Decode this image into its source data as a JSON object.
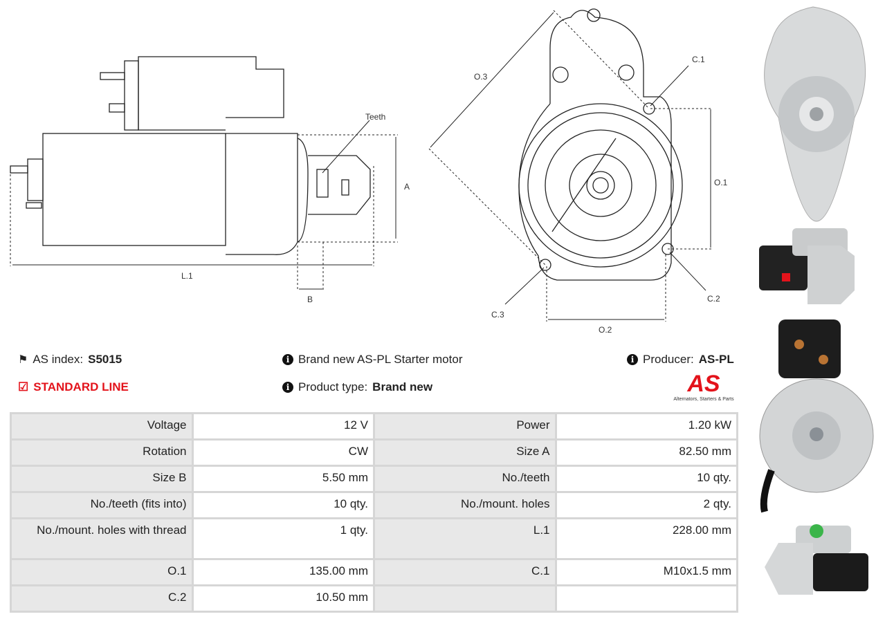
{
  "diagram": {
    "side_labels": {
      "teeth": "Teeth",
      "a": "A",
      "l1": "L.1",
      "b": "B"
    },
    "front_labels": {
      "o3": "O.3",
      "c1": "C.1",
      "o1": "O.1",
      "c3": "C.3",
      "c2": "C.2",
      "o2": "O.2"
    }
  },
  "info": {
    "as_index_label": "AS index:",
    "as_index_value": "S5015",
    "line": "STANDARD LINE",
    "description": "Brand new AS-PL Starter motor",
    "product_type_label": "Product type:",
    "product_type_value": "Brand new",
    "producer_label": "Producer:",
    "producer_value": "AS-PL"
  },
  "logo": {
    "text": "AS",
    "tagline": "Alternators, Starters & Parts"
  },
  "specs": [
    [
      {
        "label": "Voltage",
        "value": "12 V"
      },
      {
        "label": "Power",
        "value": "1.20 kW"
      }
    ],
    [
      {
        "label": "Rotation",
        "value": "CW"
      },
      {
        "label": "Size A",
        "value": "82.50 mm"
      }
    ],
    [
      {
        "label": "Size B",
        "value": "5.50 mm"
      },
      {
        "label": "No./teeth",
        "value": "10 qty."
      }
    ],
    [
      {
        "label": "No./teeth (fits into)",
        "value": "10 qty."
      },
      {
        "label": "No./mount. holes",
        "value": "2 qty."
      }
    ],
    [
      {
        "label": "No./mount. holes with thread",
        "value": "1 qty."
      },
      {
        "label": "L.1",
        "value": "228.00 mm"
      }
    ],
    [
      {
        "label": "O.1",
        "value": "135.00 mm"
      },
      {
        "label": "C.1",
        "value": "M10x1.5 mm"
      }
    ],
    [
      {
        "label": "C.2",
        "value": "10.50 mm"
      },
      {
        "label": "",
        "value": ""
      }
    ]
  ],
  "colors": {
    "accent": "#e3131b",
    "label_bg": "#e8e8e8",
    "border": "#d6d6d6"
  }
}
